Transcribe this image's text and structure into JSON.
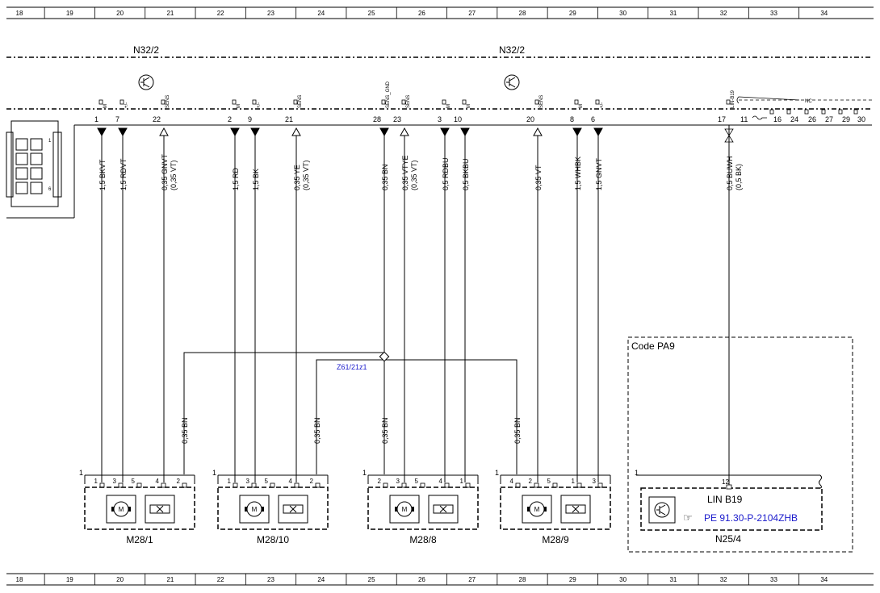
{
  "ruler": [
    "18",
    "19",
    "20",
    "21",
    "22",
    "23",
    "24",
    "25",
    "26",
    "27",
    "28",
    "29",
    "30",
    "31",
    "32",
    "33",
    "34"
  ],
  "module_labels": [
    "N32/2",
    "N32/2"
  ],
  "pins": [
    {
      "num": "1",
      "signal": "M",
      "wire": "1,5 BKVT",
      "alt": ""
    },
    {
      "num": "7",
      "signal": "+/-",
      "wire": "1,5 RDVT",
      "alt": ""
    },
    {
      "num": "22",
      "signal": "SENS",
      "wire": "0,35 GNVT",
      "alt": "(0,35 VT)"
    },
    {
      "num": "2",
      "signal": "M",
      "wire": "1,5 RD",
      "alt": ""
    },
    {
      "num": "9",
      "signal": "+/-",
      "wire": "1,5 BK",
      "alt": ""
    },
    {
      "num": "21",
      "signal": "SENS",
      "wire": "0,35 YE",
      "alt": "(0,35 VT)"
    },
    {
      "num": "28",
      "signal": "SENS_GND",
      "wire": "0,35 BN",
      "alt": ""
    },
    {
      "num": "23",
      "signal": "SENS",
      "wire": "0,35 VTYE",
      "alt": "(0,35 VT)"
    },
    {
      "num": "3",
      "signal": "M",
      "wire": "0,5 RDBU",
      "alt": ""
    },
    {
      "num": "10",
      "signal": "M",
      "wire": "0,5 BKBU",
      "alt": ""
    },
    {
      "num": "20",
      "signal": "SENS",
      "wire": "0,35 VT",
      "alt": ""
    },
    {
      "num": "8",
      "signal": "M",
      "wire": "1,5 WHBK",
      "alt": ""
    },
    {
      "num": "6",
      "signal": "+/-",
      "wire": "1,5 GNVT",
      "alt": ""
    },
    {
      "num": "17",
      "signal": "LIN-B19",
      "wire": "0,5 BUWH",
      "alt": "(0,5 BK)"
    }
  ],
  "nc_label": "NC",
  "nc_pin_11": "11",
  "nc_pins": [
    "16",
    "24",
    "26",
    "27",
    "29",
    "30"
  ],
  "splice": "Z61/21z1",
  "splice_wire": "0,35 BN",
  "code_box": "Code PA9",
  "actuators": [
    {
      "name": "M28/1",
      "pins": [
        "1",
        "3",
        "5",
        "4",
        "2"
      ]
    },
    {
      "name": "M28/10",
      "pins": [
        "1",
        "3",
        "5",
        "4",
        "2"
      ]
    },
    {
      "name": "M28/8",
      "pins": [
        "2",
        "3",
        "5",
        "4",
        "1"
      ]
    },
    {
      "name": "M28/9",
      "pins": [
        "4",
        "2",
        "5",
        "1",
        "3"
      ]
    }
  ],
  "connector_one": "1",
  "n25": {
    "name": "N25/4",
    "pin": "12",
    "signal": "LIN B19",
    "ref": "PE 91.30-P-2104ZHB",
    "conn": "1"
  },
  "connector_pins": [
    "1",
    "6"
  ],
  "colors": {
    "line": "#000000",
    "link": "#1a1acc"
  }
}
